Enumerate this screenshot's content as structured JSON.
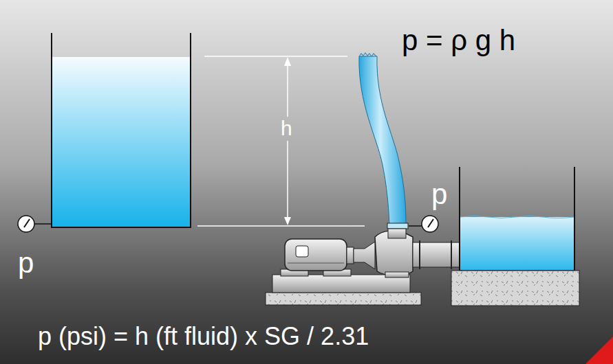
{
  "diagram": {
    "labels": [
      "p = ρ g h",
      "h",
      "p",
      "p",
      "p (psi) = h (ft fluid) x SG / 2.31"
    ]
  }
}
